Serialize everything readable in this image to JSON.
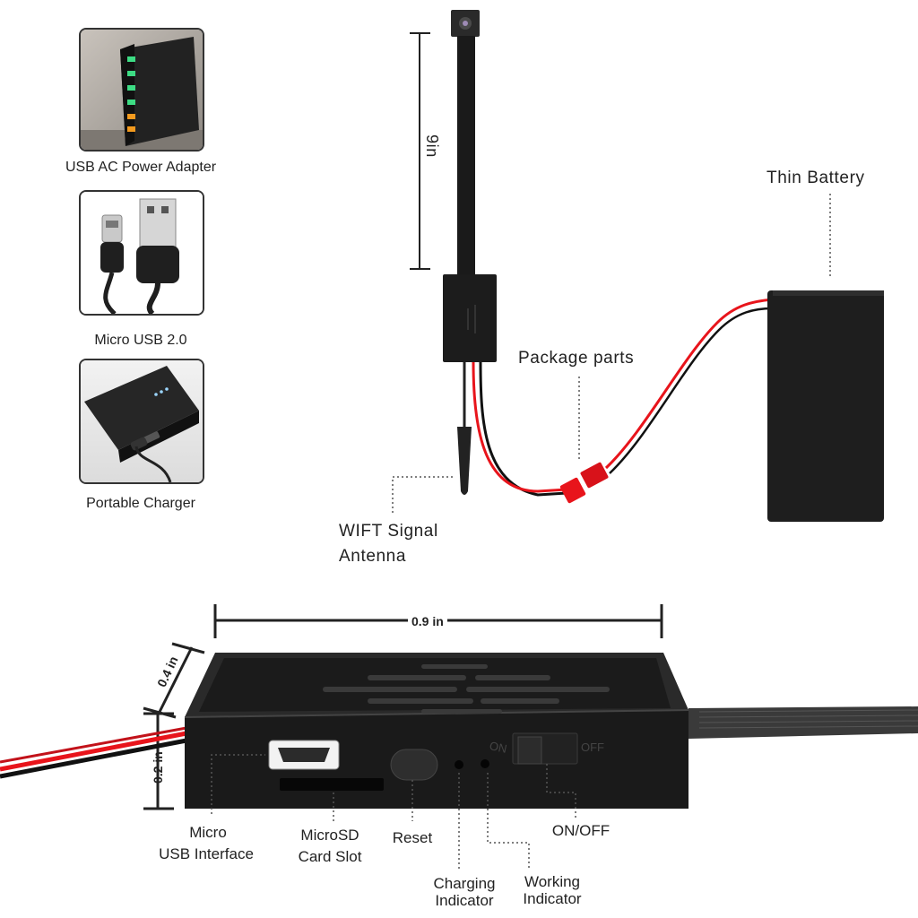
{
  "accessories": [
    {
      "label": "USB AC Power Adapter"
    },
    {
      "label": "Micro USB 2.0"
    },
    {
      "label": "Portable Charger"
    }
  ],
  "top": {
    "cable_length": "9in",
    "battery_label": "Thin Battery",
    "package_label": "Package parts",
    "antenna_label_line1": "WIFT Signal",
    "antenna_label_line2": "Antenna"
  },
  "module": {
    "width_label": "0.9 in",
    "depth_label": "0.4 in",
    "height_label": "0.2 in",
    "switch_on": "ON",
    "switch_off": "OFF",
    "callouts": {
      "usb_line1": "Micro",
      "usb_line2": "USB Interface",
      "sd_line1": "MicroSD",
      "sd_line2": "Card Slot",
      "reset": "Reset",
      "charging_line1": "Charging",
      "charging_line2": "Indicator",
      "working_line1": "Working",
      "working_line2": "Indicator",
      "onoff": "ON/OFF"
    }
  },
  "colors": {
    "red_wire": "#e8141b",
    "black_part": "#1a1a1a",
    "dotted_line": "#555555"
  }
}
